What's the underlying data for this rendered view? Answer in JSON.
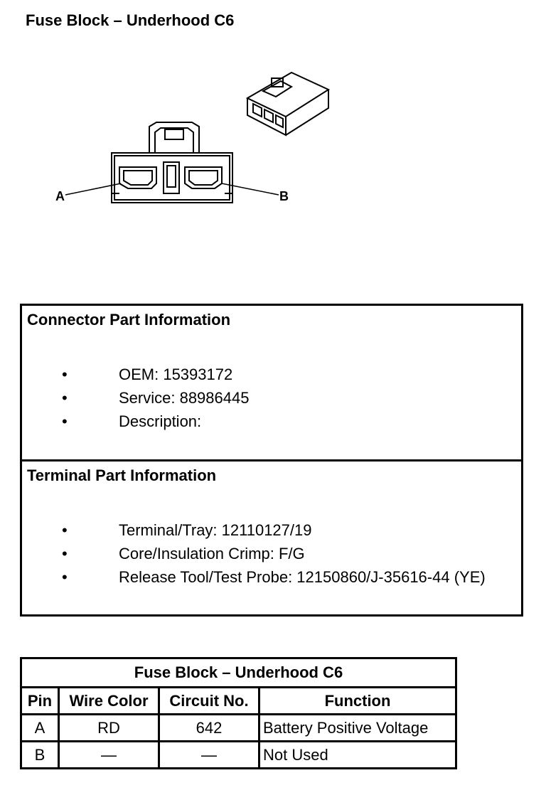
{
  "page": {
    "title": "Fuse Block – Underhood C6"
  },
  "figure": {
    "label_a": "A",
    "label_b": "B"
  },
  "connector_info": {
    "title": "Connector Part Information",
    "bullet_glyph": "•",
    "items": [
      "OEM: 15393172",
      "Service: 88986445",
      "Description:"
    ]
  },
  "terminal_info": {
    "title": "Terminal Part Information",
    "bullet_glyph": "•",
    "items": [
      "Terminal/Tray: 12110127/19",
      "Core/Insulation Crimp: F/G",
      "Release Tool/Test Probe: 12150860/J-35616-44 (YE)"
    ]
  },
  "pin_table": {
    "caption": "Fuse Block – Underhood C6",
    "headers": [
      "Pin",
      "Wire Color",
      "Circuit No.",
      "Function"
    ],
    "rows": [
      [
        "A",
        "RD",
        "642",
        "Battery Positive Voltage"
      ],
      [
        "B",
        "—",
        "—",
        "Not Used"
      ]
    ]
  }
}
